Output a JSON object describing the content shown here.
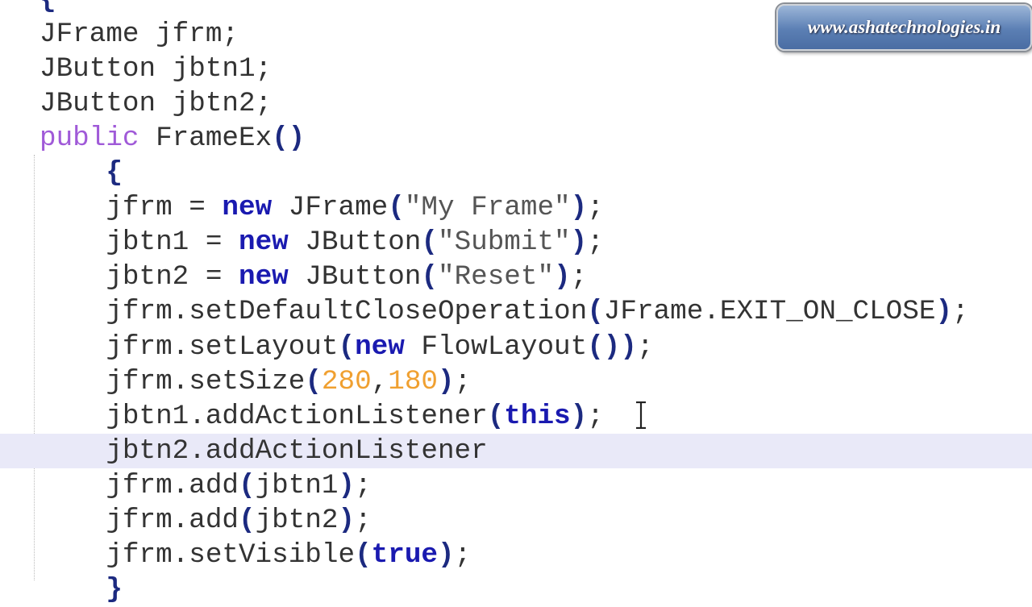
{
  "watermark": {
    "text": "www.ashatechnologies.in"
  },
  "colors": {
    "keyword": "#1a1ab0",
    "modifier": "#a05ad8",
    "paren": "#1c2a80",
    "string": "#555555",
    "number": "#f0a030",
    "current_line": "#e9e9f8"
  },
  "editor": {
    "current_line_index": 13,
    "cursor_icon": "text-ibeam-cursor-icon",
    "lines": [
      [
        {
          "t": "{",
          "c": "paren"
        }
      ],
      [
        {
          "t": "JFrame jfrm;",
          "c": "plain"
        }
      ],
      [
        {
          "t": "JButton jbtn1;",
          "c": "plain"
        }
      ],
      [
        {
          "t": "JButton jbtn2;",
          "c": "plain"
        }
      ],
      [
        {
          "t": "public",
          "c": "mod"
        },
        {
          "t": " FrameEx",
          "c": "plain"
        },
        {
          "t": "()",
          "c": "paren"
        }
      ],
      [
        {
          "t": "    ",
          "c": "plain"
        },
        {
          "t": "{",
          "c": "paren"
        }
      ],
      [
        {
          "t": "    jfrm = ",
          "c": "plain"
        },
        {
          "t": "new",
          "c": "kw"
        },
        {
          "t": " JFrame",
          "c": "plain"
        },
        {
          "t": "(",
          "c": "paren"
        },
        {
          "t": "\"My Frame\"",
          "c": "str"
        },
        {
          "t": ")",
          "c": "paren"
        },
        {
          "t": ";",
          "c": "punct"
        }
      ],
      [
        {
          "t": "    jbtn1 = ",
          "c": "plain"
        },
        {
          "t": "new",
          "c": "kw"
        },
        {
          "t": " JButton",
          "c": "plain"
        },
        {
          "t": "(",
          "c": "paren"
        },
        {
          "t": "\"Submit\"",
          "c": "str"
        },
        {
          "t": ")",
          "c": "paren"
        },
        {
          "t": ";",
          "c": "punct"
        }
      ],
      [
        {
          "t": "    jbtn2 = ",
          "c": "plain"
        },
        {
          "t": "new",
          "c": "kw"
        },
        {
          "t": " JButton",
          "c": "plain"
        },
        {
          "t": "(",
          "c": "paren"
        },
        {
          "t": "\"Reset\"",
          "c": "str"
        },
        {
          "t": ")",
          "c": "paren"
        },
        {
          "t": ";",
          "c": "punct"
        }
      ],
      [
        {
          "t": "    jfrm.setDefaultCloseOperation",
          "c": "plain"
        },
        {
          "t": "(",
          "c": "paren"
        },
        {
          "t": "JFrame.EXIT_ON_CLOSE",
          "c": "plain"
        },
        {
          "t": ")",
          "c": "paren"
        },
        {
          "t": ";",
          "c": "punct"
        }
      ],
      [
        {
          "t": "    jfrm.setLayout",
          "c": "plain"
        },
        {
          "t": "(",
          "c": "paren"
        },
        {
          "t": "new",
          "c": "kw"
        },
        {
          "t": " FlowLayout",
          "c": "plain"
        },
        {
          "t": "())",
          "c": "paren"
        },
        {
          "t": ";",
          "c": "punct"
        }
      ],
      [
        {
          "t": "    jfrm.setSize",
          "c": "plain"
        },
        {
          "t": "(",
          "c": "paren"
        },
        {
          "t": "280",
          "c": "num"
        },
        {
          "t": ",",
          "c": "plain"
        },
        {
          "t": "180",
          "c": "num"
        },
        {
          "t": ")",
          "c": "paren"
        },
        {
          "t": ";",
          "c": "punct"
        }
      ],
      [
        {
          "t": "    jbtn1.addActionListener",
          "c": "plain"
        },
        {
          "t": "(",
          "c": "paren"
        },
        {
          "t": "this",
          "c": "kw"
        },
        {
          "t": ")",
          "c": "paren"
        },
        {
          "t": ";",
          "c": "punct"
        }
      ],
      [
        {
          "t": "    jbtn2.addActionListener",
          "c": "plain"
        }
      ],
      [
        {
          "t": "    jfrm.add",
          "c": "plain"
        },
        {
          "t": "(",
          "c": "paren"
        },
        {
          "t": "jbtn1",
          "c": "plain"
        },
        {
          "t": ")",
          "c": "paren"
        },
        {
          "t": ";",
          "c": "punct"
        }
      ],
      [
        {
          "t": "    jfrm.add",
          "c": "plain"
        },
        {
          "t": "(",
          "c": "paren"
        },
        {
          "t": "jbtn2",
          "c": "plain"
        },
        {
          "t": ")",
          "c": "paren"
        },
        {
          "t": ";",
          "c": "punct"
        }
      ],
      [
        {
          "t": "    jfrm.setVisible",
          "c": "plain"
        },
        {
          "t": "(",
          "c": "paren"
        },
        {
          "t": "true",
          "c": "kw"
        },
        {
          "t": ")",
          "c": "paren"
        },
        {
          "t": ";",
          "c": "punct"
        }
      ],
      [
        {
          "t": "    ",
          "c": "plain"
        },
        {
          "t": "}",
          "c": "paren"
        }
      ]
    ]
  }
}
